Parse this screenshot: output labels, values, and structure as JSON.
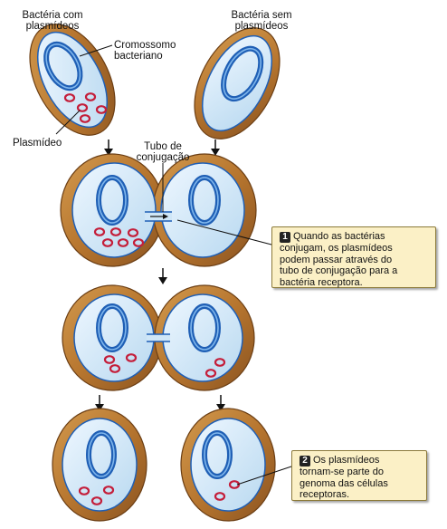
{
  "labels": {
    "donor": [
      "Bactéria com",
      "plasmídeos"
    ],
    "recipient": [
      "Bactéria sem",
      "plasmídeos"
    ],
    "chromosome": [
      "Cromossomo",
      "bacteriano"
    ],
    "plasmid": "Plasmídeo",
    "tube": [
      "Tubo de",
      "conjugação"
    ]
  },
  "callouts": [
    {
      "number": "1",
      "lines": [
        "Quando as bactérias",
        "conjugam, os plasmídeos",
        "podem passar através do",
        "tubo de conjugação para a",
        "bactéria receptora."
      ]
    },
    {
      "number": "2",
      "lines": [
        "Os plasmídeos",
        "tornam-se parte do",
        "genoma das células",
        "receptoras."
      ]
    }
  ],
  "colors": {
    "capsule": "#b7762f",
    "cytoplasm": "#cfe6f7",
    "chromosome": "#1f5fb5",
    "plasmid": "#c41e3a",
    "callout_bg": "#fbf0c6"
  }
}
